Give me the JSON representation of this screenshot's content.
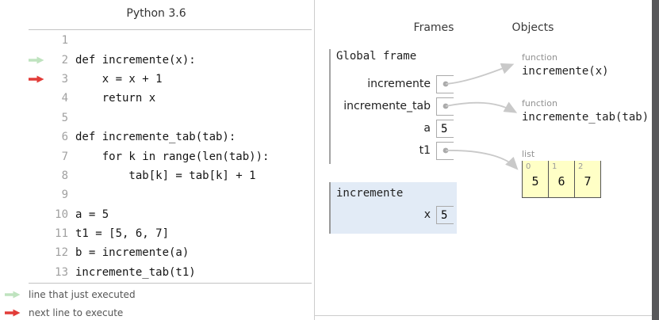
{
  "code_panel": {
    "title": "Python 3.6",
    "lines": [
      {
        "num": "1",
        "code": ""
      },
      {
        "num": "2",
        "code": "def incremente(x):"
      },
      {
        "num": "3",
        "code": "    x = x + 1"
      },
      {
        "num": "4",
        "code": "    return x"
      },
      {
        "num": "5",
        "code": ""
      },
      {
        "num": "6",
        "code": "def incremente_tab(tab):"
      },
      {
        "num": "7",
        "code": "    for k in range(len(tab)):"
      },
      {
        "num": "8",
        "code": "        tab[k] = tab[k] + 1"
      },
      {
        "num": "9",
        "code": ""
      },
      {
        "num": "10",
        "code": "a = 5"
      },
      {
        "num": "11",
        "code": "t1 = [5, 6, 7]"
      },
      {
        "num": "12",
        "code": "b = incremente(a)"
      },
      {
        "num": "13",
        "code": "incremente_tab(t1)"
      }
    ],
    "execution": {
      "just_executed_line": 2,
      "next_line_to_execute": 3
    },
    "legend": [
      {
        "icon": "green-arrow",
        "label": "line that just executed"
      },
      {
        "icon": "red-arrow",
        "label": "next line to execute"
      }
    ]
  },
  "viz": {
    "frames_header": "Frames",
    "objects_header": "Objects",
    "frames": [
      {
        "label": "Global frame",
        "active": false,
        "vars": [
          {
            "name": "incremente",
            "value": "",
            "points_to": "function incremente(x)"
          },
          {
            "name": "incremente_tab",
            "value": "",
            "points_to": "function incremente_tab(tab)"
          },
          {
            "name": "a",
            "value": "5"
          },
          {
            "name": "t1",
            "value": "",
            "points_to": "list"
          }
        ]
      },
      {
        "label": "incremente",
        "active": true,
        "vars": [
          {
            "name": "x",
            "value": "5"
          }
        ]
      }
    ],
    "objects": [
      {
        "type_label": "function",
        "text": "incremente(x)"
      },
      {
        "type_label": "function",
        "text": "incremente_tab(tab)"
      },
      {
        "type_label": "list",
        "cells": [
          {
            "index": "0",
            "value": "5"
          },
          {
            "index": "1",
            "value": "6"
          },
          {
            "index": "2",
            "value": "7"
          }
        ]
      }
    ]
  },
  "colors": {
    "just_executed_arrow": "#bfe3bf",
    "next_line_arrow": "#e23c38",
    "pointer_arrow": "#c9c9c9",
    "active_frame_bg": "#e2ebf6",
    "list_cell_bg": "#ffffc6",
    "list_cell_border": "#555555",
    "scrollbar": "#58585a"
  }
}
